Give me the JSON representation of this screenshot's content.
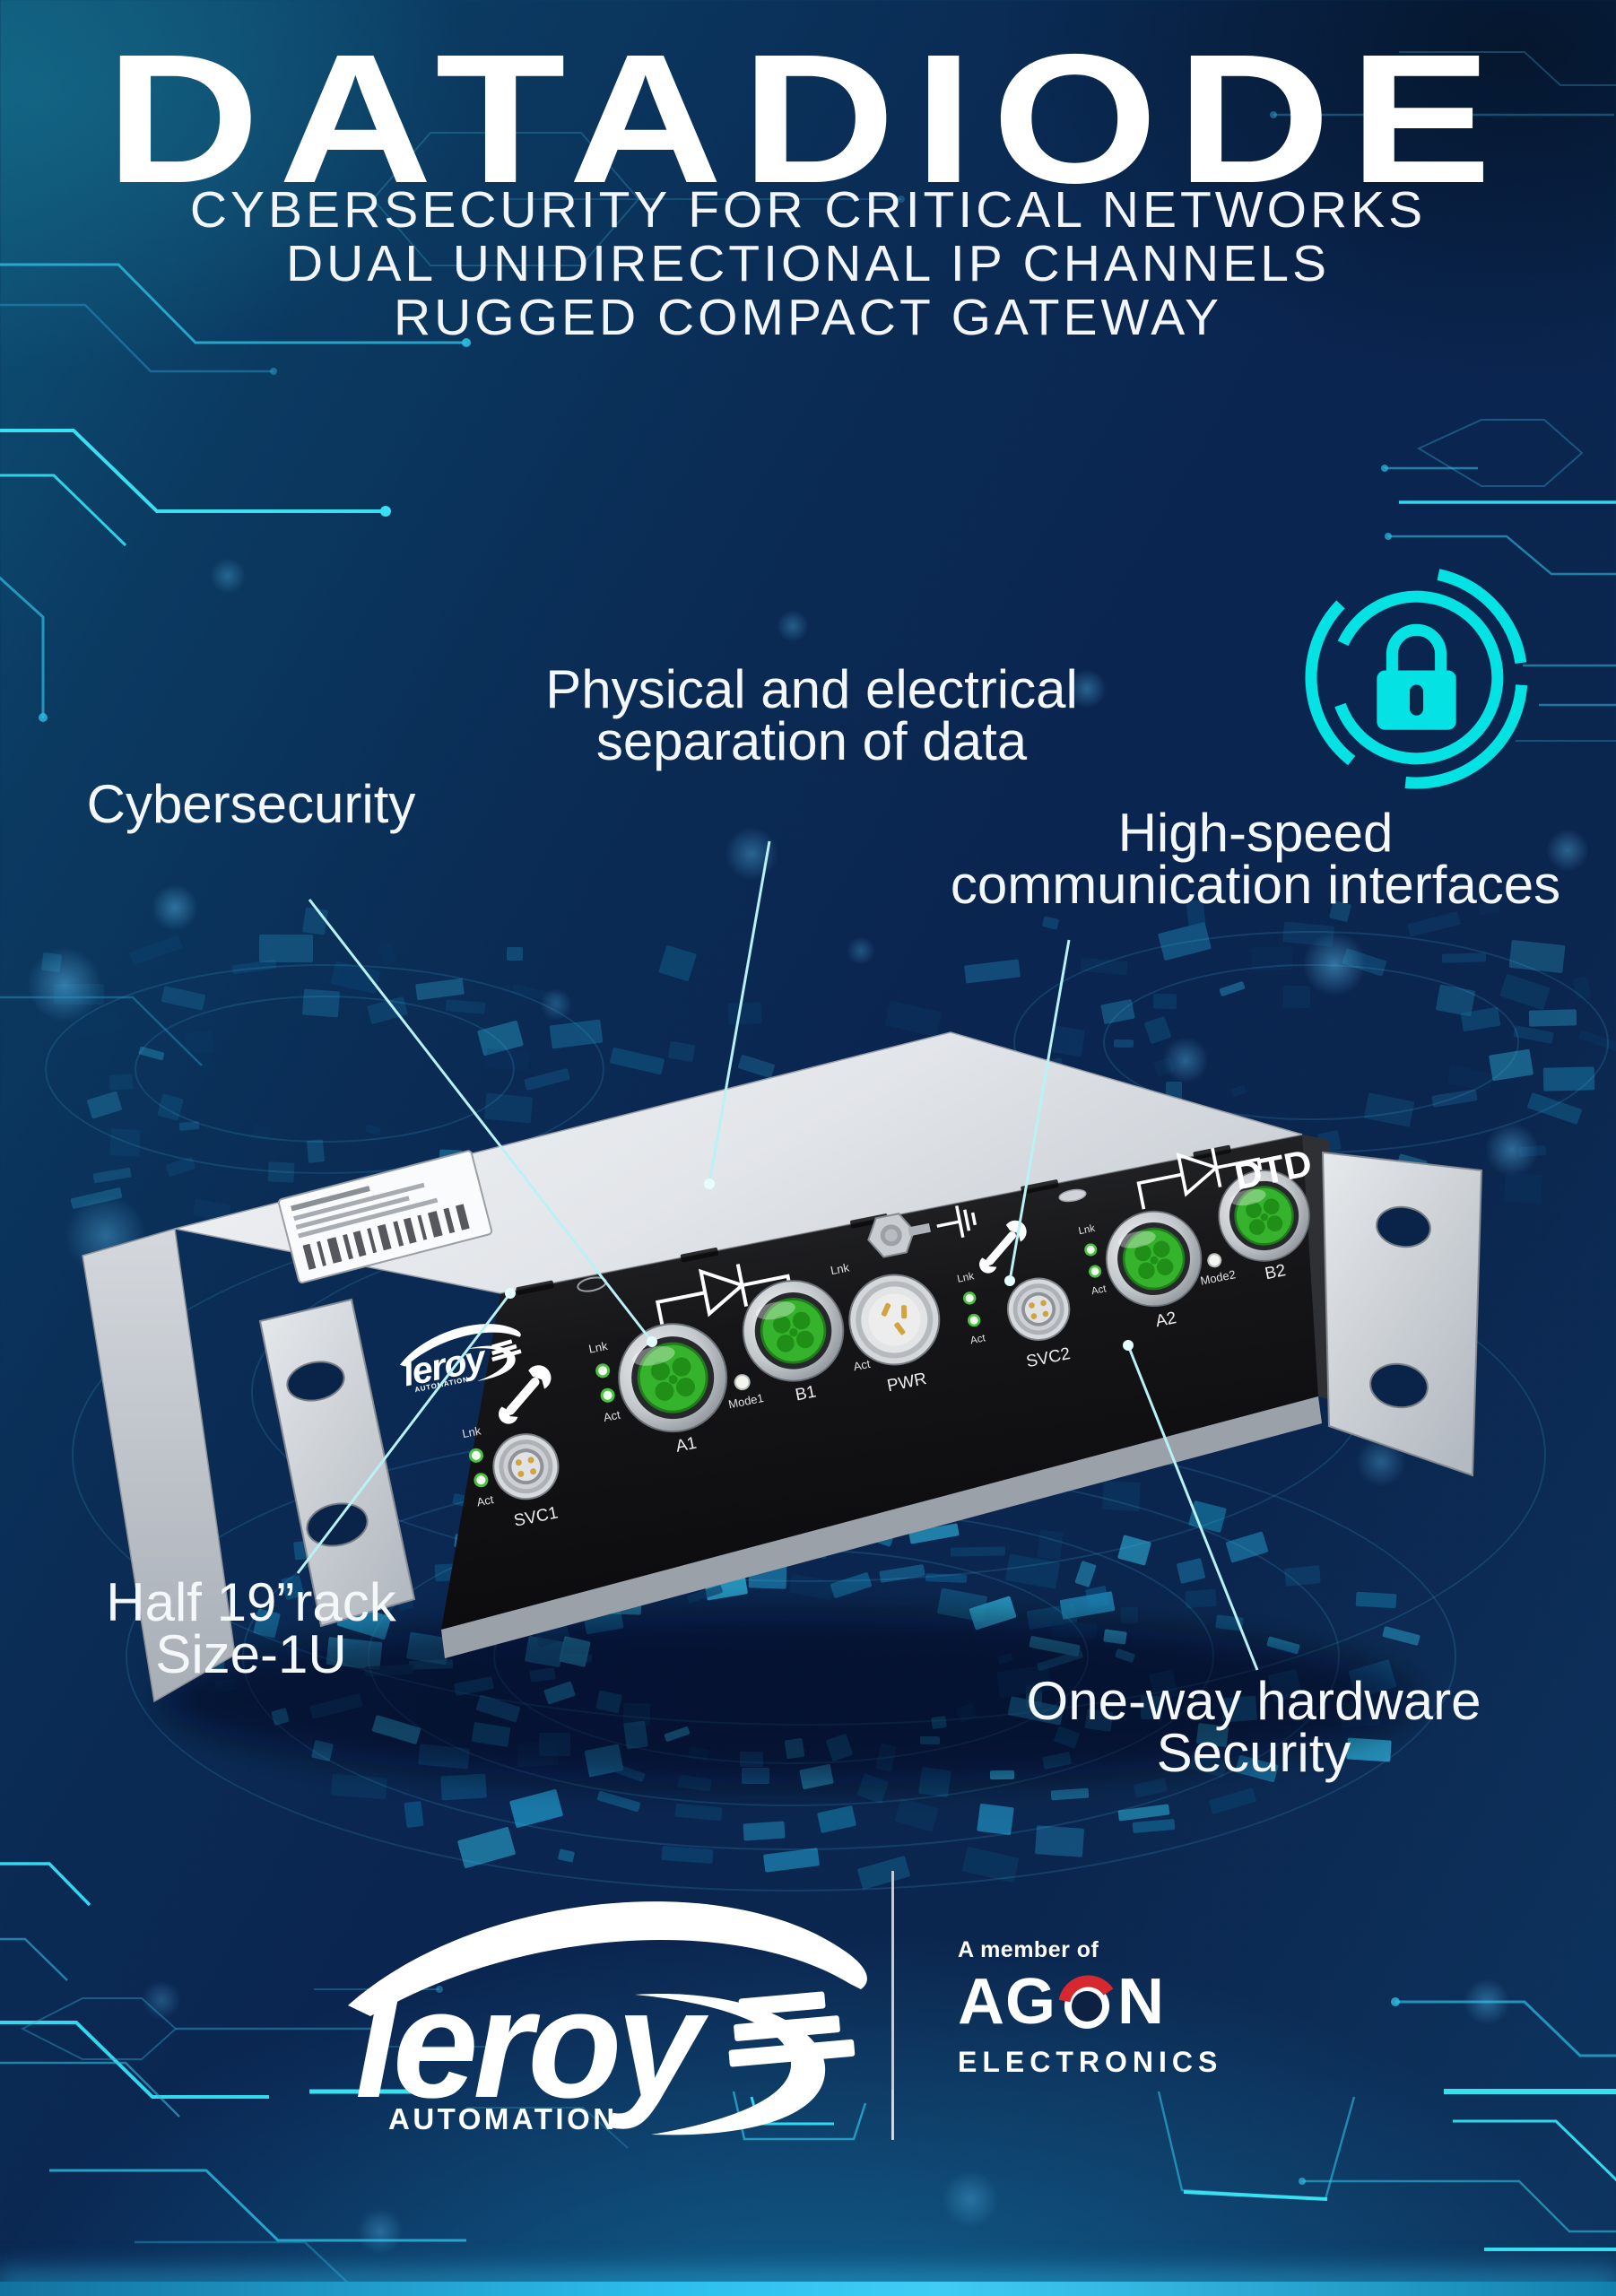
{
  "poster": {
    "title": "DATADIODE",
    "subtitles": [
      "CYBERSECURITY FOR CRITICAL NETWORKS",
      "DUAL UNIDIRECTIONAL IP CHANNELS",
      "RUGGED COMPACT GATEWAY"
    ]
  },
  "callouts": {
    "cybersecurity": {
      "text": "Cybersecurity"
    },
    "separation": {
      "line1": "Physical and electrical",
      "line2": "separation of data"
    },
    "highspeed": {
      "line1": "High-speed",
      "line2": "communication interfaces"
    },
    "rack": {
      "line1": "Half 19”rack",
      "line2": "Size-1U"
    },
    "oneway": {
      "line1": "One-way hardware",
      "line2": "Security"
    }
  },
  "device": {
    "model": "DTD",
    "brand": "leroy",
    "brand_sub": "AUTOMATION",
    "labels": {
      "lnk": "Lnk",
      "act": "Act",
      "mode1": "Mode1",
      "mode2": "Mode2"
    },
    "ports": {
      "svc1": "SVC1",
      "a1": "A1",
      "b1": "B1",
      "pwr": "PWR",
      "svc2": "SVC2",
      "a2": "A2",
      "b2": "B2"
    }
  },
  "footer": {
    "leroy_text": "leroy",
    "leroy_sub": "AUTOMATION",
    "member_of": "A member of",
    "agon_left": "AG",
    "agon_right": "N",
    "electronics": "ELECTRONICS"
  },
  "colors": {
    "accent_cyan": "#04e2e4",
    "callout_line": "#b9f2f6",
    "agon_red": "#d7282f",
    "connector_green": "#35b32c",
    "panel_black": "#141416"
  }
}
